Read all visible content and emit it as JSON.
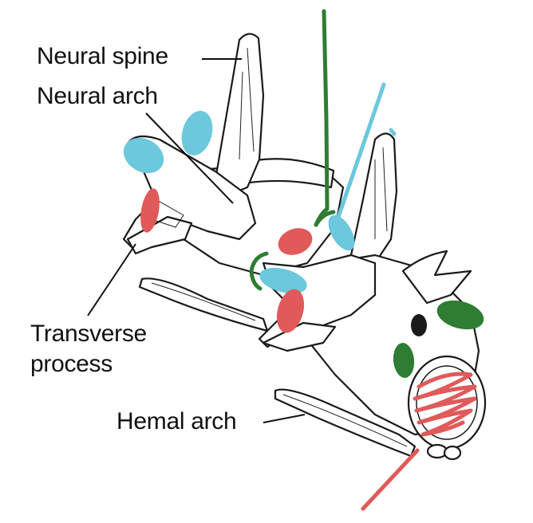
{
  "labels": {
    "neural_spine": "Neural spine",
    "neural_arch": "Neural arch",
    "transverse_line1": "Transverse",
    "transverse_line2": "process",
    "hemal_arch": "Hemal arch"
  },
  "annotation_colors": {
    "blue": "#6cc8dc",
    "red": "#e05a5a",
    "green": "#2e7d32"
  }
}
